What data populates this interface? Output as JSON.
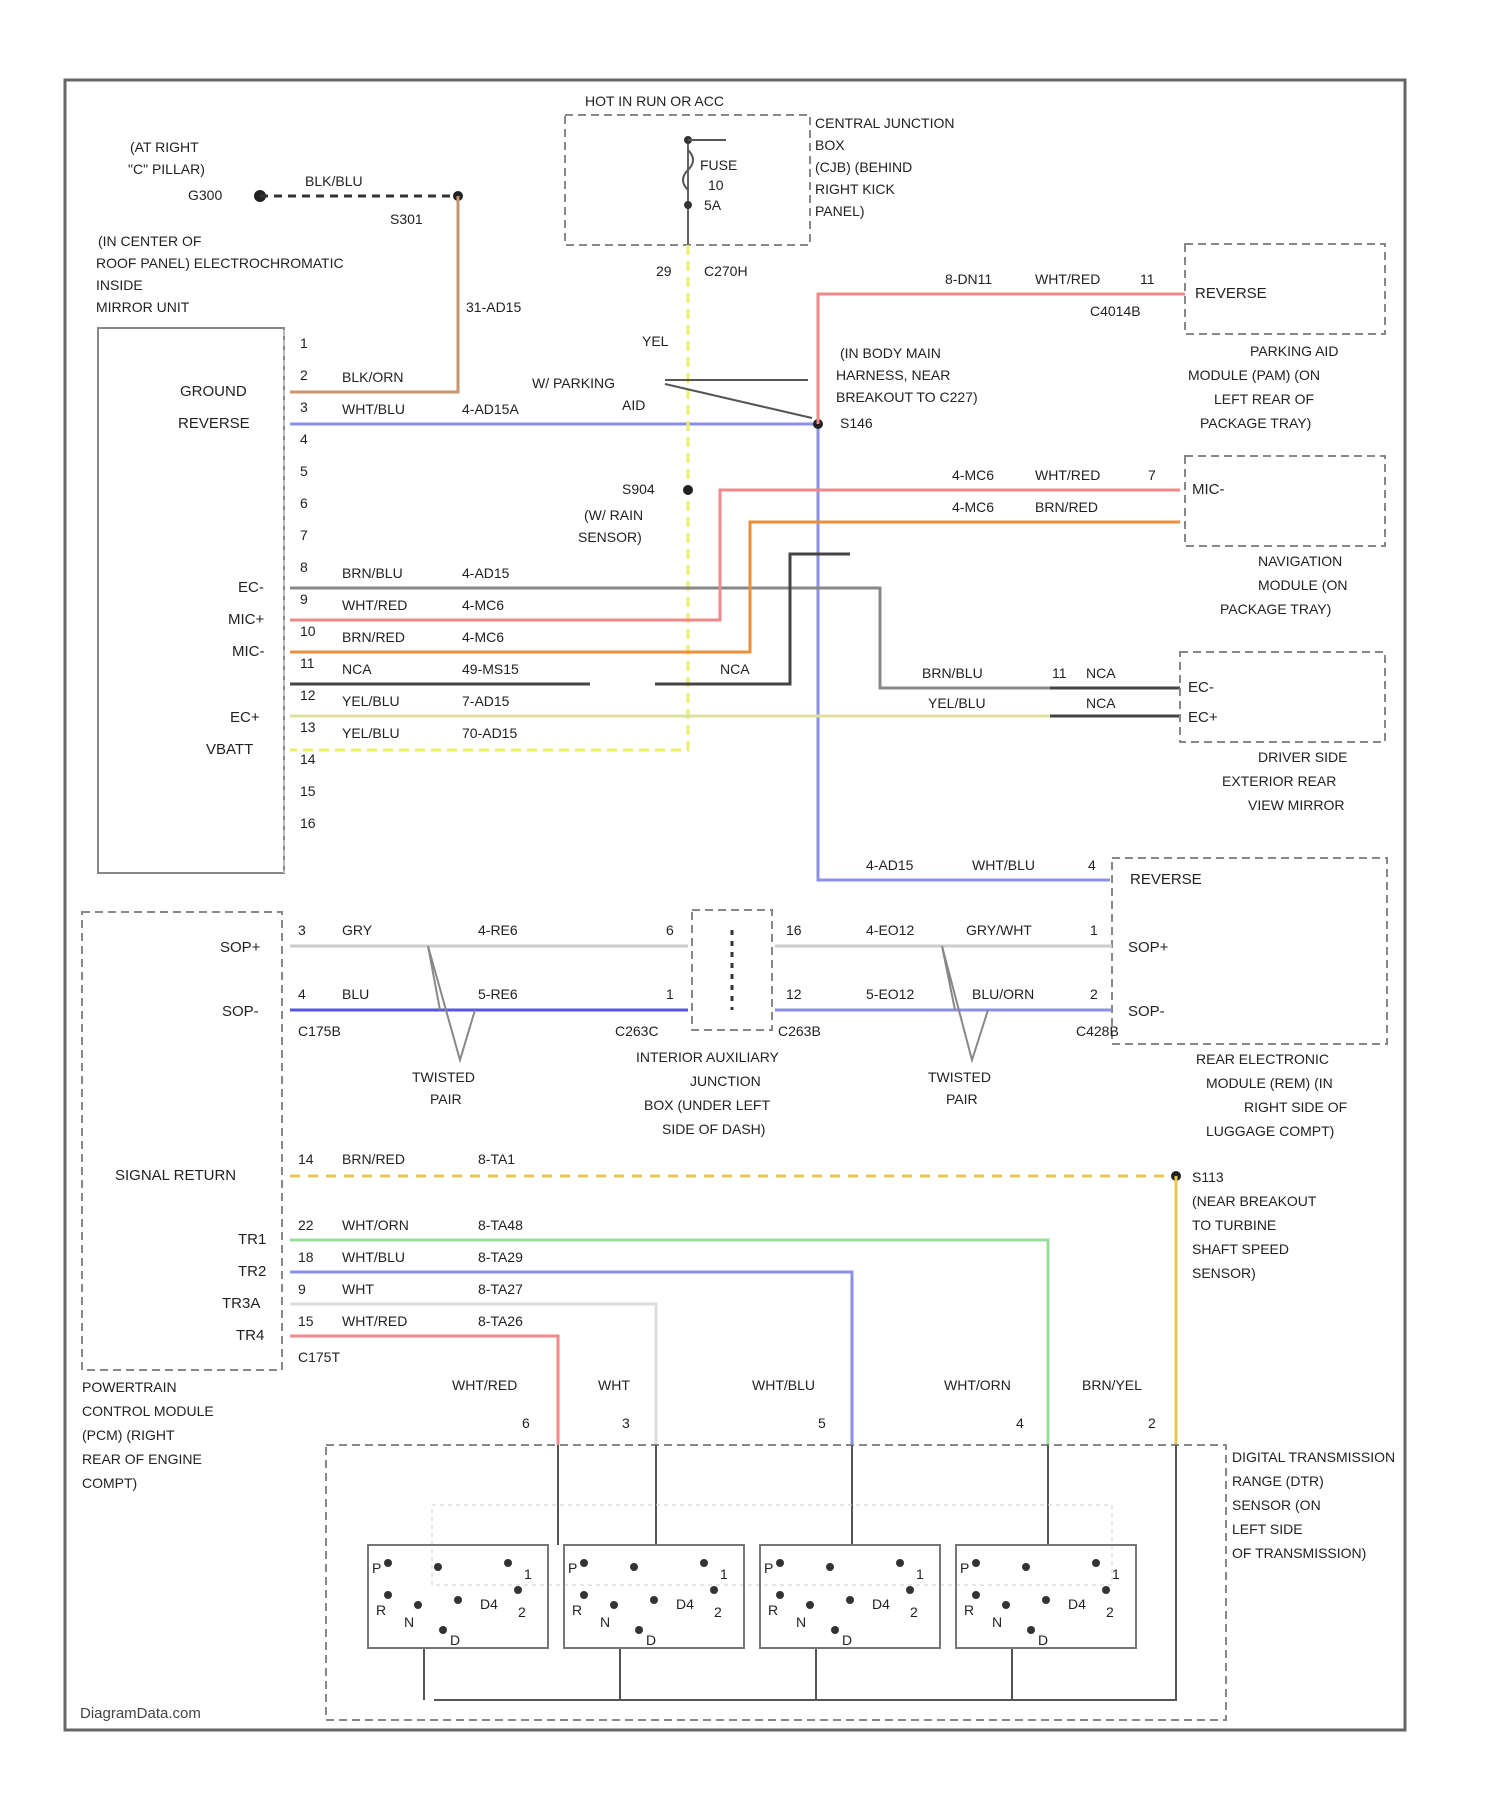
{
  "top_supply": "HOT IN RUN OR ACC",
  "fuse": {
    "l1": "FUSE",
    "l2": "10",
    "l3": "5A"
  },
  "cjb": {
    "lines": [
      "CENTRAL JUNCTION",
      "BOX",
      "(CJB) (BEHIND",
      "RIGHT KICK",
      "PANEL)"
    ],
    "pin": "29",
    "connector": "C270H"
  },
  "g300": {
    "lines": [
      "(AT RIGHT",
      "\"C\" PILLAR)"
    ],
    "id": "G300",
    "wire": "BLK/BLU",
    "splice": "S301"
  },
  "mirror": {
    "lines": [
      "(IN CENTER OF",
      "ROOF PANEL) ELECTROCHROMATIC",
      "INSIDE",
      "MIRROR UNIT"
    ],
    "pins": [
      "1",
      "2",
      "3",
      "4",
      "5",
      "6",
      "7",
      "8",
      "9",
      "10",
      "11",
      "12",
      "13",
      "14",
      "15",
      "16"
    ],
    "labels": {
      "ground": "GROUND",
      "reverse": "REVERSE",
      "ec": "EC-",
      "mic_p": "MIC+",
      "mic_n": "MIC-",
      "ec_p": "EC+",
      "vbatt": "VBATT"
    },
    "wire_ground_circuit": "31-AD15",
    "wires": {
      "w2": {
        "color": "BLK/ORN"
      },
      "w3": {
        "color": "WHT/BLU",
        "circuit": "4-AD15A"
      },
      "w8": {
        "color": "BRN/BLU",
        "circuit": "4-AD15"
      },
      "w9": {
        "color": "WHT/RED",
        "circuit": "4-MC6"
      },
      "w10": {
        "color": "BRN/RED",
        "circuit": "4-MC6"
      },
      "w11": {
        "color": "NCA",
        "circuit": "49-MS15"
      },
      "w12": {
        "color": "YEL/BLU",
        "circuit": "7-AD15"
      },
      "w13": {
        "color": "YEL/BLU",
        "circuit": "70-AD15"
      }
    }
  },
  "yel": "YEL",
  "w_parking": {
    "l1": "W/ PARKING",
    "l2": "AID"
  },
  "s146": {
    "lines": [
      "(IN BODY MAIN",
      "HARNESS, NEAR",
      "BREAKOUT TO C227)"
    ],
    "id": "S146"
  },
  "s904": {
    "id": "S904",
    "lines": [
      "(W/ RAIN",
      "SENSOR)"
    ]
  },
  "reverse_top": {
    "circuit": "8-DN11",
    "color": "WHT/RED",
    "pin": "11",
    "connector": "C4014B",
    "label": "REVERSE"
  },
  "parking_module": {
    "lines": [
      "PARKING AID",
      "MODULE (PAM) (ON",
      "LEFT REAR OF",
      "PACKAGE TRAY)"
    ]
  },
  "nav": {
    "w1": {
      "circuit": "4-MC6",
      "color": "WHT/RED",
      "pin": "7"
    },
    "w2": {
      "circuit": "4-MC6",
      "color": "BRN/RED"
    },
    "label": "MIC-",
    "lines": [
      "NAVIGATION",
      "MODULE (ON",
      "PACKAGE TRAY)"
    ]
  },
  "nca_mid": "NCA",
  "driver_mirror": {
    "w1": {
      "color": "BRN/BLU",
      "pin": "11",
      "nca": "NCA",
      "label": "EC-"
    },
    "w2": {
      "color": "YEL/BLU",
      "nca": "NCA",
      "label": "EC+"
    },
    "lines": [
      "DRIVER SIDE",
      "EXTERIOR REAR",
      "VIEW MIRROR"
    ]
  },
  "rem_reverse": {
    "circuit": "4-AD15",
    "color": "WHT/BLU",
    "pin": "4",
    "label": "REVERSE"
  },
  "pcm_sop": {
    "top": {
      "label": "SOP+",
      "pin": "3",
      "color": "GRY",
      "circuit": "4-RE6",
      "pin_r": "6"
    },
    "bot": {
      "label": "SOP-",
      "pin": "4",
      "color": "BLU",
      "circuit": "5-RE6",
      "pin_r": "1"
    },
    "connector": "C175B"
  },
  "rem_sop": {
    "top": {
      "pin_l": "16",
      "circuit": "4-EO12",
      "color": "GRY/WHT",
      "pin": "1",
      "label": "SOP+"
    },
    "bot": {
      "pin_l": "12",
      "circuit": "5-EO12",
      "color": "BLU/ORN",
      "pin": "2",
      "label": "SOP-"
    },
    "c_left": "C263C",
    "c_right": "C263B",
    "c_far": "C428B"
  },
  "twisted": {
    "l1": "TWISTED",
    "l2": "PAIR"
  },
  "iajb": {
    "lines": [
      "INTERIOR AUXILIARY",
      "JUNCTION",
      "BOX (UNDER LEFT",
      "SIDE OF DASH)"
    ]
  },
  "rem": {
    "lines": [
      "REAR ELECTRONIC",
      "MODULE (REM) (IN",
      "RIGHT SIDE OF",
      "LUGGAGE COMPT)"
    ]
  },
  "signal_return": {
    "label": "SIGNAL RETURN",
    "pin": "14",
    "color": "BRN/RED",
    "circuit": "8-TA1"
  },
  "s113": {
    "id": "S113",
    "lines": [
      "(NEAR BREAKOUT",
      "TO TURBINE",
      "SHAFT SPEED",
      "SENSOR)"
    ]
  },
  "tr_wires": [
    {
      "label": "TR1",
      "pin": "22",
      "color": "WHT/ORN",
      "circuit": "8-TA48"
    },
    {
      "label": "TR2",
      "pin": "18",
      "color": "WHT/BLU",
      "circuit": "8-TA29"
    },
    {
      "label": "TR3A",
      "pin": "9",
      "color": "WHT",
      "circuit": "8-TA27"
    },
    {
      "label": "TR4",
      "pin": "15",
      "color": "WHT/RED",
      "circuit": "8-TA26"
    }
  ],
  "pcm_connector2": "C175T",
  "pcm": {
    "lines": [
      "POWERTRAIN",
      "CONTROL MODULE",
      "(PCM) (RIGHT",
      "REAR OF ENGINE",
      "COMPT)"
    ]
  },
  "dtr_wires": [
    {
      "color": "WHT/RED",
      "pin": "6"
    },
    {
      "color": "WHT",
      "pin": "3"
    },
    {
      "color": "WHT/BLU",
      "pin": "5"
    },
    {
      "color": "WHT/ORN",
      "pin": "4"
    },
    {
      "color": "BRN/YEL",
      "pin": "2"
    }
  ],
  "dtr": {
    "lines": [
      "DIGITAL TRANSMISSION",
      "RANGE (DTR)",
      "SENSOR (ON",
      "LEFT SIDE",
      "OF TRANSMISSION)"
    ]
  },
  "switch_labels": {
    "p": "P",
    "r": "R",
    "n": "N",
    "d": "D",
    "d4": "D4",
    "n2": "2",
    "n1": "1"
  },
  "watermark": "DiagramData.com",
  "colors": {
    "tan": "#c8956c",
    "blue": "#8a90e8",
    "pink": "#f08a8a",
    "orange": "#e8903a",
    "dark": "#444444",
    "yel": "#eeee66",
    "yelgreen": "#dde0a0",
    "gry": "#cccccc",
    "sopblue": "#5555dd",
    "green": "#99dd99",
    "white": "#dddddd",
    "amber": "#e8c850"
  }
}
